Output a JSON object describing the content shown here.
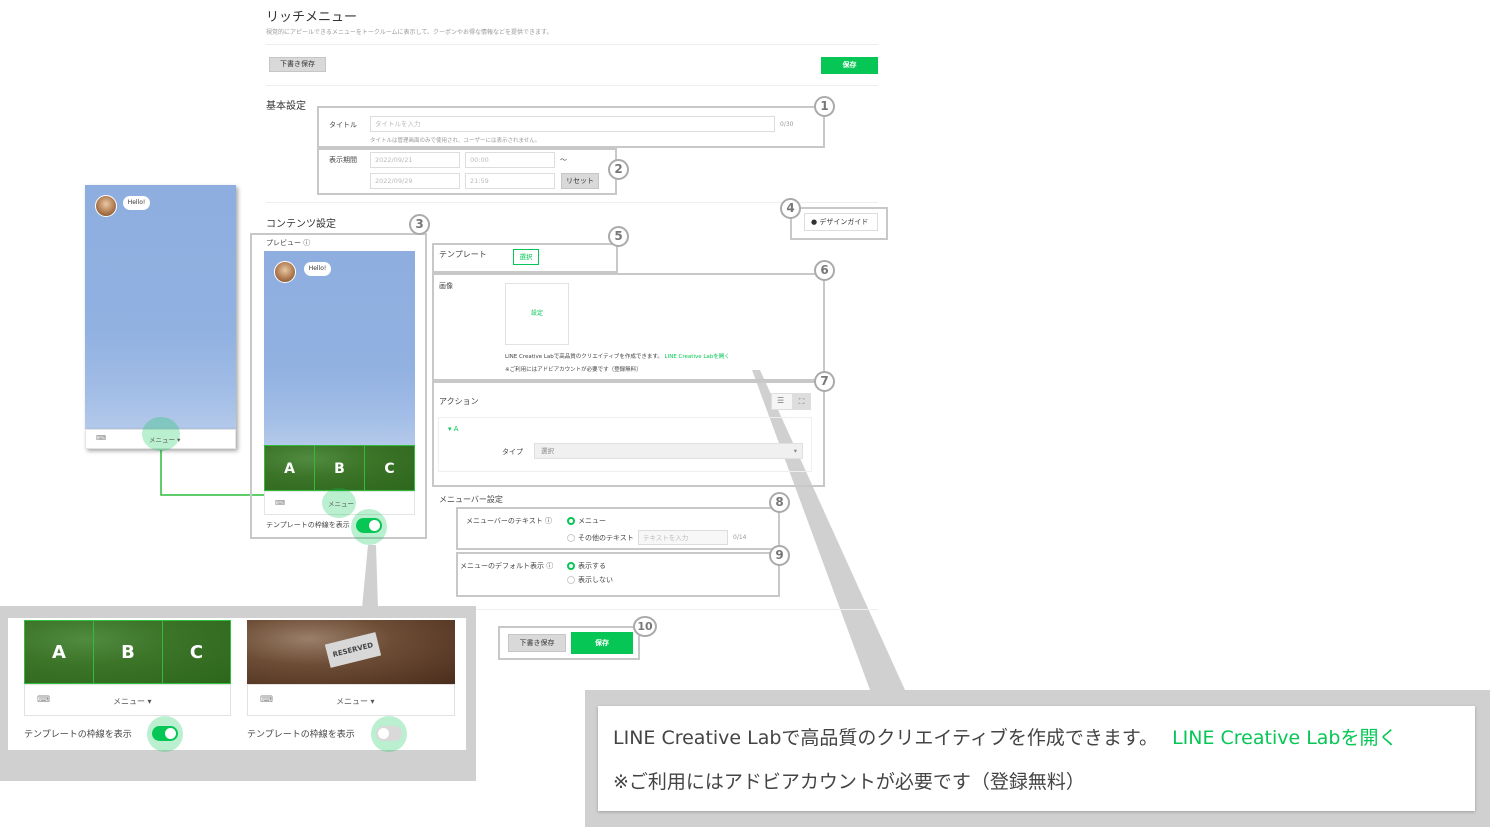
{
  "header": {
    "title": "リッチメニュー",
    "description": "視覚的にアピールできるメニューをトークルームに表示して、クーポンやお得な情報などを提供できます。",
    "draft_button": "下書き保存",
    "save_button": "保存"
  },
  "basic_settings": {
    "heading": "基本設定",
    "title_label": "タイトル",
    "title_placeholder": "タイトルを入力",
    "title_count": "0/30",
    "title_help": "タイトルは管理画面のみで使用され、ユーザーには表示されません。",
    "period_label": "表示期間",
    "start_date": "2022/09/21",
    "start_time": "00:00",
    "range_sep": "～",
    "end_date": "2022/09/29",
    "end_time": "21:59",
    "reset_button": "リセット"
  },
  "content_settings": {
    "heading": "コンテンツ設定",
    "preview_label": "プレビュー",
    "design_guide": "デザインガイド",
    "template_label": "テンプレート",
    "template_select": "選択",
    "image_label": "画像",
    "image_set": "設定",
    "creative_text": "LINE Creative Labで高品質のクリエイティブを作成できます。",
    "creative_link": "LINE Creative Labを開く",
    "account_note": "※ご利用にはアドビアカウントが必要です（登録無料）",
    "action_label": "アクション",
    "action_item": "A",
    "type_label": "タイプ",
    "type_value": "選択"
  },
  "menubar_settings": {
    "heading": "メニューバー設定",
    "text_label": "メニューバーのテキスト",
    "option_menu": "メニュー",
    "option_other": "その他のテキスト",
    "other_placeholder": "テキストを入力",
    "other_count": "0/14",
    "default_label": "メニューのデフォルト表示",
    "option_show": "表示する",
    "option_hide": "表示しない"
  },
  "footer": {
    "draft_button": "下書き保存",
    "save_button": "保存"
  },
  "preview": {
    "hello": "Hello!",
    "cells": [
      "A",
      "B",
      "C"
    ],
    "menu_label": "メニュー",
    "menu_label_arrow": "メニュー ▾",
    "show_frame_label": "テンプレートの枠線を表示",
    "reserved": "RESERVED"
  },
  "numbers": [
    "1",
    "2",
    "3",
    "4",
    "5",
    "6",
    "7",
    "8",
    "9",
    "10"
  ],
  "callout": {
    "line1_text": "LINE Creative Labで高品質のクリエイティブを作成できます。",
    "line1_link": "LINE Creative Labを開く",
    "line2": "※ご利用にはアドビアカウントが必要です（登録無料）"
  },
  "colors": {
    "brand_green": "#06c755",
    "frame_gray": "#c8c8c8",
    "sky_blue": "#8eaee0"
  }
}
